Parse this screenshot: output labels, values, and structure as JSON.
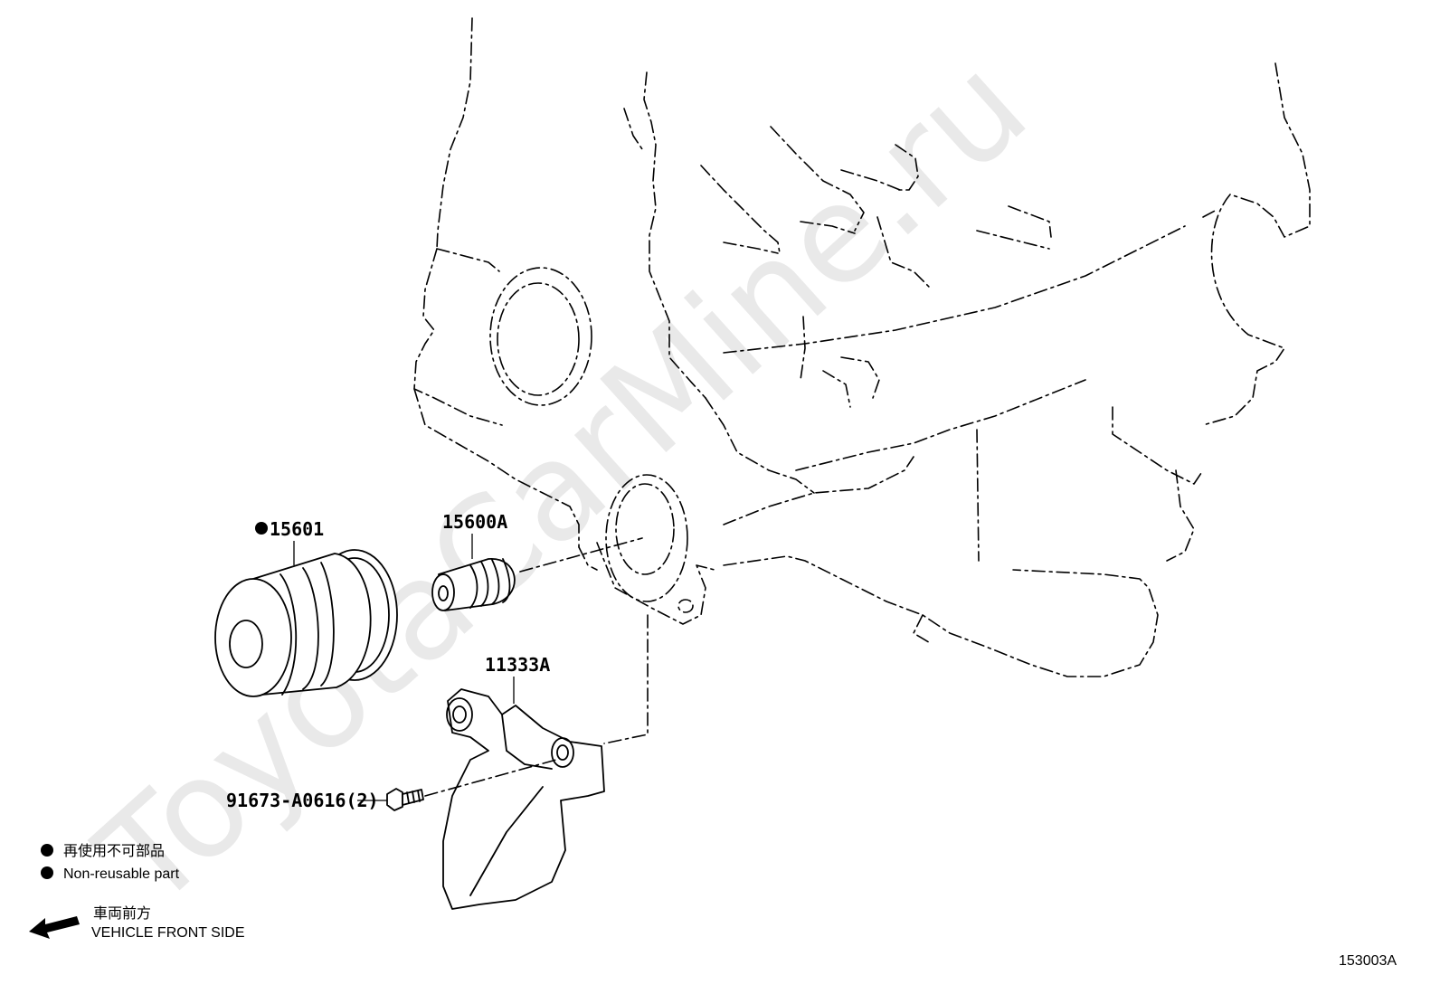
{
  "watermark": "ToyotaCarMine.ru",
  "parts": {
    "oil_filter": "15601",
    "filter_union": "15600A",
    "bracket": "11333A",
    "bolt": "91673-A0616(2)"
  },
  "legend": {
    "non_reusable_jp": "再使用不可部品",
    "non_reusable_en": "Non-reusable part",
    "front_jp": "車両前方",
    "front_en": "VEHICLE FRONT SIDE"
  },
  "reference_code": "153003A",
  "colors": {
    "line": "#000000",
    "background": "#ffffff",
    "watermark": "#e9e9e9"
  },
  "icons": [
    "non-reusable-dot-icon",
    "front-arrow-icon"
  ]
}
